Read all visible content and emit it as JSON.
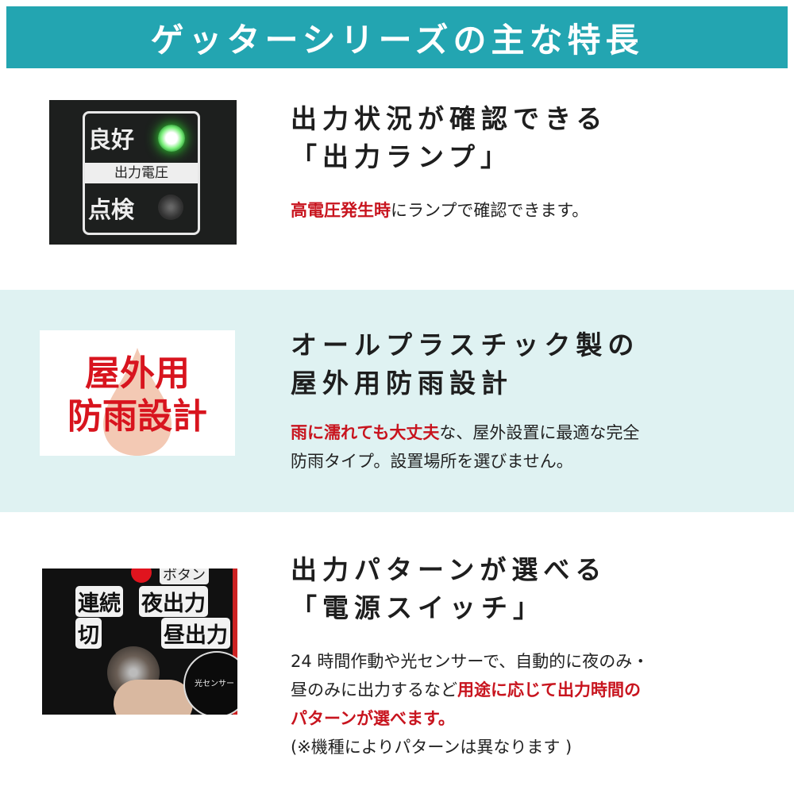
{
  "header": {
    "title": "ゲッターシリーズの主な特長"
  },
  "features": [
    {
      "title_lines": [
        "出力状況が確認できる",
        "「出力ランプ」"
      ],
      "desc": {
        "highlight": "高電圧発生時",
        "rest": "にランプで確認できます。"
      },
      "image": {
        "labels": [
          "良好",
          "出力電圧",
          "点検"
        ]
      }
    },
    {
      "title_lines": [
        "オールプラスチック製の",
        "屋外用防雨設計"
      ],
      "desc": {
        "highlight": "雨に濡れても大丈夫",
        "rest1": "な、屋外設置に最適な完全",
        "line2": "防雨タイプ。設置場所を選びません。"
      },
      "image": {
        "labels": [
          "屋外用",
          "防雨設計"
        ]
      }
    },
    {
      "title_lines": [
        "出力パターンが選べる",
        "「電源スイッチ」"
      ],
      "desc": {
        "line1": "24 時間作動や光センサーで、自動的に夜のみ・",
        "line2_plain": "昼のみに出力するなど",
        "line2_highlight": "用途に応じて出力時間の",
        "line3_highlight": "パターンが選べます。",
        "note": "(※機種によりパターンは異なります )"
      },
      "image": {
        "labels": [
          "ボタン",
          "連続",
          "夜出力",
          "切",
          "昼出力",
          "光センサー"
        ]
      }
    }
  ],
  "colors": {
    "header": "#23a5b1",
    "band": "#dff2f2",
    "highlight": "#c8141e"
  }
}
